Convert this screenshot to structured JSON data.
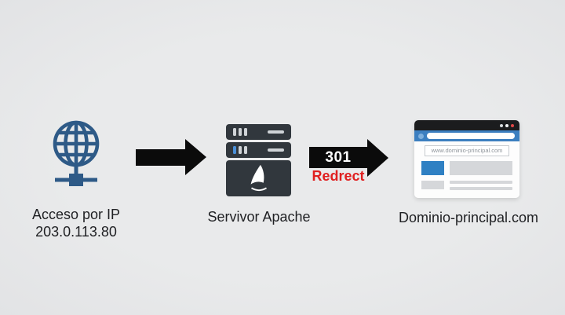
{
  "diagram": {
    "client": {
      "label": "Acceso por IP",
      "sublabel": "203.0.113.80",
      "icon": "globe-network-icon"
    },
    "server": {
      "label": "Servivor Apache",
      "icon": "apache-server-icon"
    },
    "redirect": {
      "code": "301",
      "label": "Redrect"
    },
    "browser": {
      "label": "Dominio-principal.com",
      "url_bar_text": "www.dominio-principal.com",
      "icon": "browser-window-icon"
    }
  },
  "colors": {
    "background": "#e7e8e9",
    "arrow_black": "#0b0b0b",
    "redirect_red": "#e01f1f",
    "globe_blue": "#2e5a87",
    "server_dark": "#31373d",
    "server_led_blue": "#4a90d9",
    "browser_titlebar": "#1b1c1e",
    "browser_addressbar": "#3c7fc0",
    "browser_close_dot": "#e04848",
    "content_blue_block": "#2f80c3",
    "label_text": "#1f2023"
  }
}
